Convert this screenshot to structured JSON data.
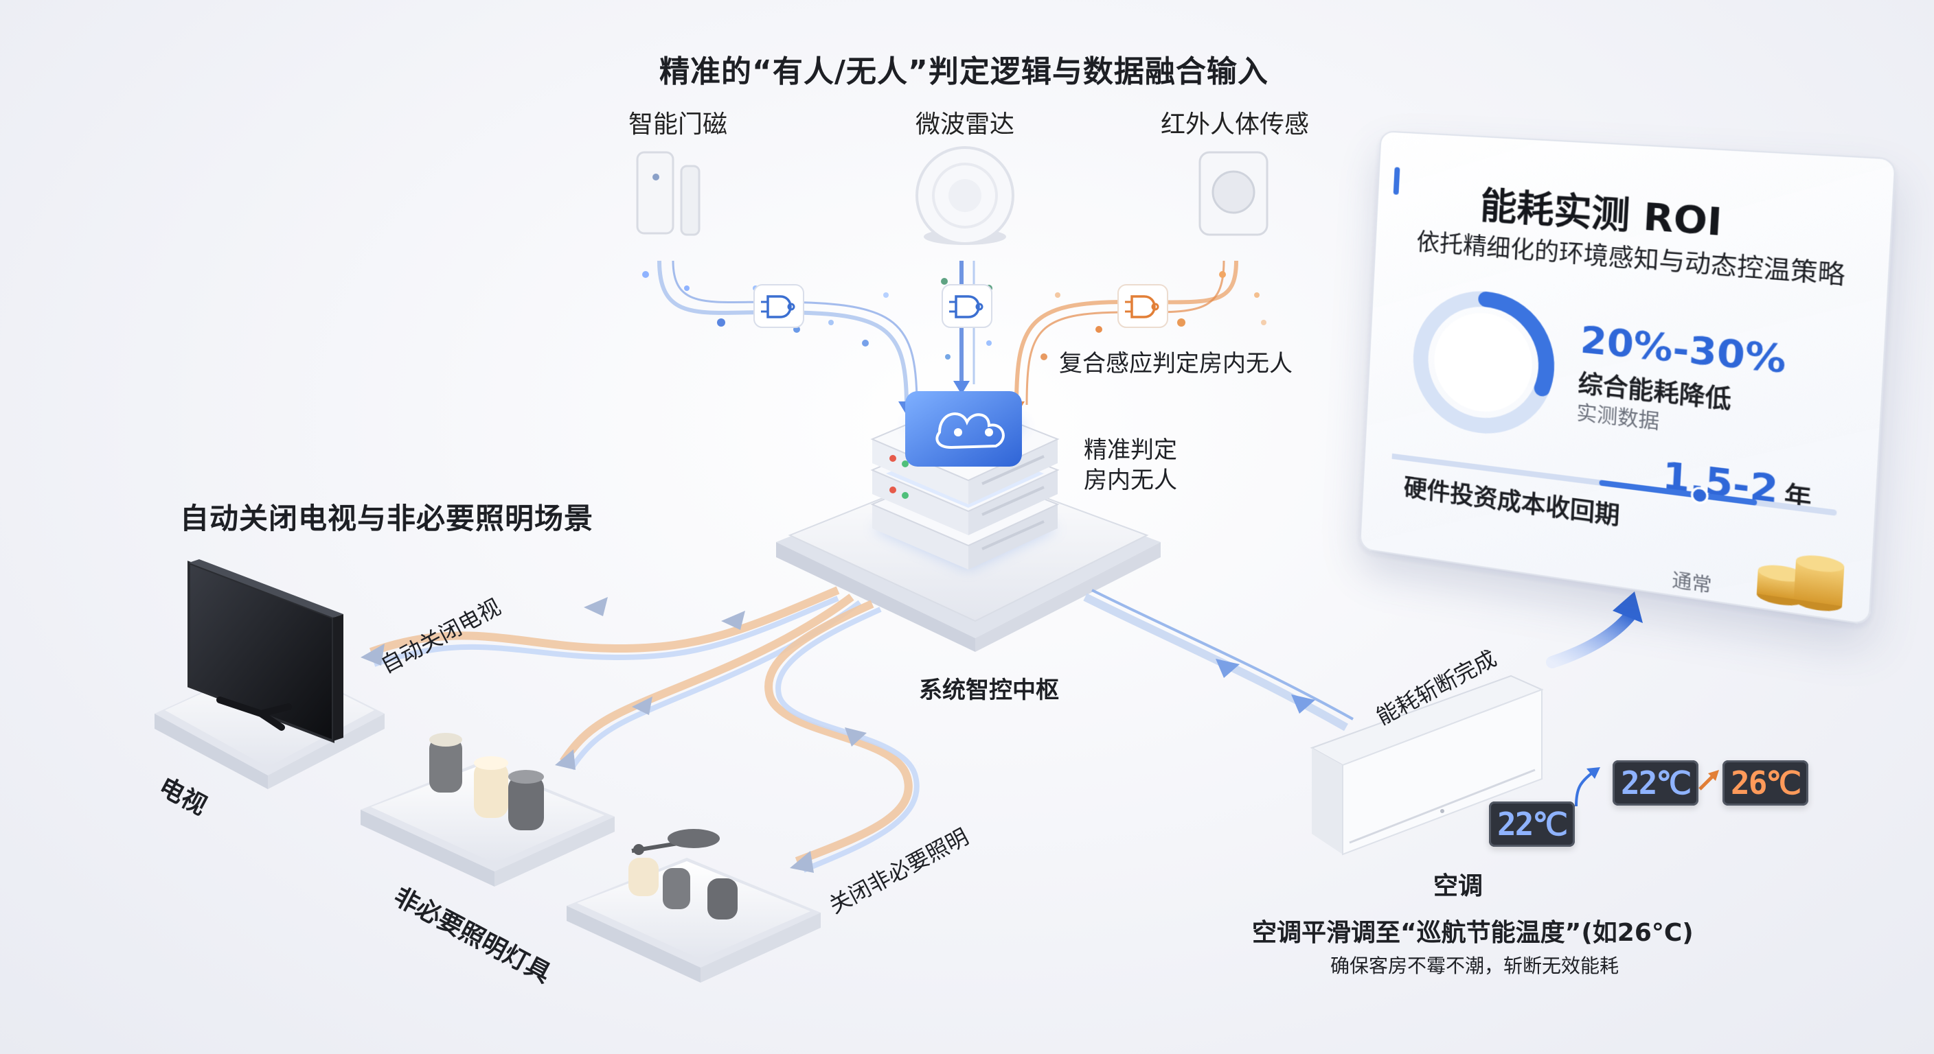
{
  "title": "精准的“有人/无人”判定逻辑与数据融合输入",
  "sensors": [
    {
      "label": "智能门磁",
      "icon": "door-magnet-sensor-icon"
    },
    {
      "label": "微波雷达",
      "icon": "microwave-radar-icon"
    },
    {
      "label": "红外人体传感",
      "icon": "infrared-body-sensor-icon"
    }
  ],
  "fusion_label": "复合感应判定房内无人",
  "hub": {
    "judgement_line1": "精准判定",
    "judgement_line2": "房内无人",
    "name": "系统智控中枢"
  },
  "scene_title": "自动关闭电视与非必要照明场景",
  "tv": {
    "flow_label": "自动关闭电视",
    "device_label": "电视"
  },
  "lights": {
    "flow_label": "关闭非必要照明",
    "device_label": "非必要照明灯具"
  },
  "ac": {
    "flow_label": "能耗斩断完成",
    "device_label": "空调",
    "desc_title": "空调平滑调至“巡航节能温度”(如26°C)",
    "desc_sub": "确保客房不霉不潮，斩断无效能耗",
    "display_current": "22℃",
    "display_from": "22℃",
    "display_to": "26℃"
  },
  "roi": {
    "title": "能耗实测 ROI",
    "subtitle": "依托精细化的环境感知与动态控温策略",
    "saving_range": "20%-30%",
    "saving_label": "综合能耗降低",
    "saving_note": "实测数据",
    "ring_fill_fraction": 0.3,
    "payback_years": "1.5-2",
    "payback_unit": "年",
    "payback_label": "硬件投资成本收回期",
    "payback_note": "通常"
  },
  "colors": {
    "accent_blue": "#3b74e0",
    "accent_orange": "#e99a5b",
    "text_dark": "#1d1f24",
    "display_warm": "#ff9a5a",
    "display_cool": "#8fb3ff"
  }
}
